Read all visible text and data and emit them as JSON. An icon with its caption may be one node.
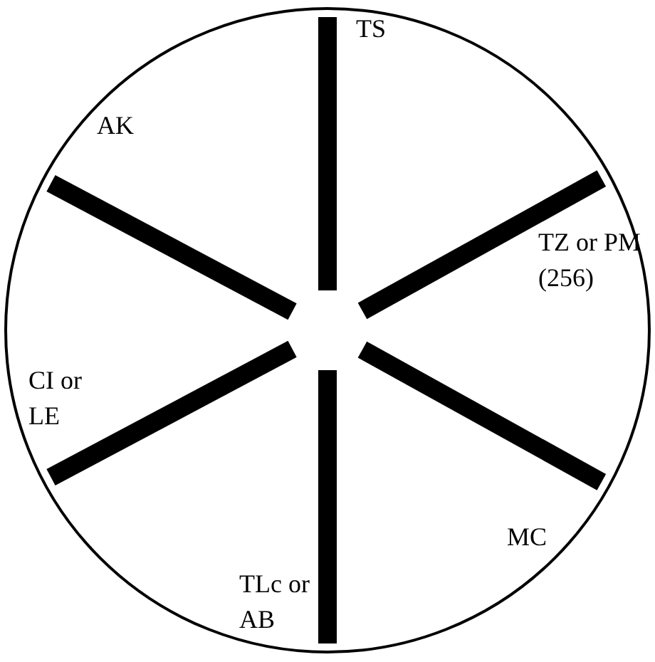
{
  "diagram": {
    "nodes": [
      {
        "text": [],
        "shape": "circle"
      },
      {
        "text": [],
        "shape": "bar",
        "in": 0
      },
      {
        "text": [],
        "shape": "bar",
        "in": 0
      },
      {
        "text": [],
        "shape": "bar",
        "in": 0
      },
      {
        "text": [],
        "shape": "bar",
        "in": 0
      },
      {
        "text": [],
        "shape": "bar",
        "in": 0
      },
      {
        "text": [],
        "shape": "bar",
        "in": 0
      }
    ],
    "labels": [
      "TS",
      "AK",
      "TZ or PM (256)",
      "CI or LE",
      "MC",
      "TLc or AB"
    ]
  }
}
